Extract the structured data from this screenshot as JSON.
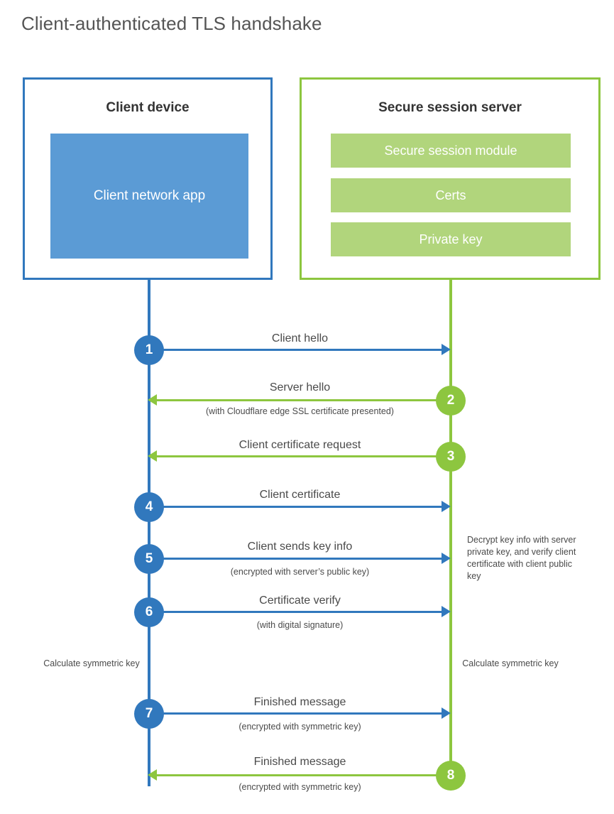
{
  "title": "Client-authenticated TLS handshake",
  "colors": {
    "client_blue": "#3178bd",
    "client_app_fill": "#5b9bd5",
    "server_green": "#8dc63f",
    "server_bar_fill": "#b1d57c",
    "text": "#4a4a4a"
  },
  "client_panel": {
    "title": "Client device",
    "app_box_label": "Client network app"
  },
  "server_panel": {
    "title": "Secure session server",
    "bars": [
      {
        "label": "Secure session module"
      },
      {
        "label": "Certs"
      },
      {
        "label": "Private key"
      }
    ]
  },
  "steps": [
    {
      "number": "1",
      "label": "Client hello",
      "sub": "",
      "direction": "client-to-server",
      "color": "blue"
    },
    {
      "number": "2",
      "label": "Server hello",
      "sub": "(with Cloudflare edge SSL certificate presented)",
      "direction": "server-to-client",
      "color": "green"
    },
    {
      "number": "3",
      "label": "Client certificate request",
      "sub": "",
      "direction": "server-to-client",
      "color": "green"
    },
    {
      "number": "4",
      "label": "Client certificate",
      "sub": "",
      "direction": "client-to-server",
      "color": "blue"
    },
    {
      "number": "5",
      "label": "Client sends key info",
      "sub": "(encrypted with server’s public key)",
      "direction": "client-to-server",
      "color": "blue"
    },
    {
      "number": "6",
      "label": "Certificate verify",
      "sub": "(with digital signature)",
      "direction": "client-to-server",
      "color": "blue"
    },
    {
      "number": "7",
      "label": "Finished message",
      "sub": "(encrypted with symmetric key)",
      "direction": "client-to-server",
      "color": "blue"
    },
    {
      "number": "8",
      "label": "Finished message",
      "sub": "(encrypted with symmetric key)",
      "direction": "server-to-client",
      "color": "green"
    }
  ],
  "notes": {
    "server_decrypt": "Decrypt key info with server private key, and verify client certificate with client public key",
    "client_calculate": "Calculate symmetric key",
    "server_calculate": "Calculate symmetric key"
  }
}
